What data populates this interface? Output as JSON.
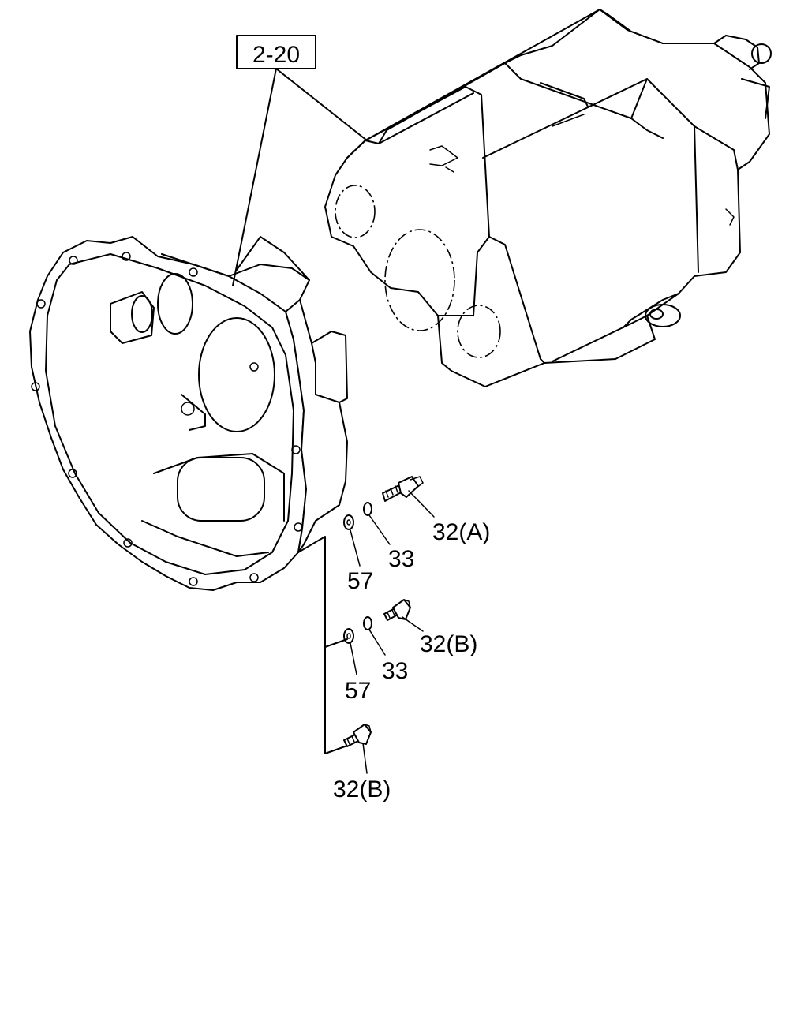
{
  "reference_box": "2-20",
  "callouts": {
    "c1": "32(A)",
    "c2": "33",
    "c3": "57",
    "c4": "32(B)",
    "c5": "33",
    "c6": "57",
    "c7": "32(B)"
  }
}
